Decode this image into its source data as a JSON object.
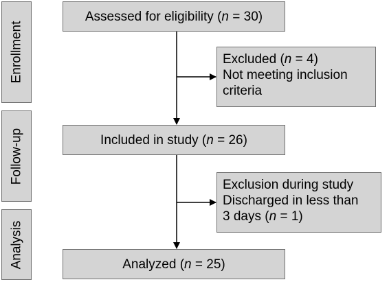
{
  "stages": [
    {
      "label": "Enrollment"
    },
    {
      "label": "Follow-up"
    },
    {
      "label": "Analysis"
    }
  ],
  "boxes": {
    "assessed": {
      "text": "Assessed for eligibility (",
      "n_symbol": "n",
      "n_text": " = 30)"
    },
    "excluded": {
      "line1_text": "Excluded (",
      "line1_n": "n",
      "line1_tail": " = 4)",
      "line2": "Not meeting inclusion",
      "line3": "criteria"
    },
    "included": {
      "text": "Included in study (",
      "n_symbol": "n",
      "n_text": " = 26)"
    },
    "exclusion_during": {
      "line1": "Exclusion during study",
      "line2": "Discharged in less than",
      "line3_text": "3 days (",
      "line3_n": "n",
      "line3_tail": " = 1)"
    },
    "analyzed": {
      "text": "Analyzed (",
      "n_symbol": "n",
      "n_text": " = 25)"
    }
  },
  "colors": {
    "box_fill": "#d4d4d4",
    "box_border": "#6e6e6e",
    "arrow": "#000000"
  }
}
